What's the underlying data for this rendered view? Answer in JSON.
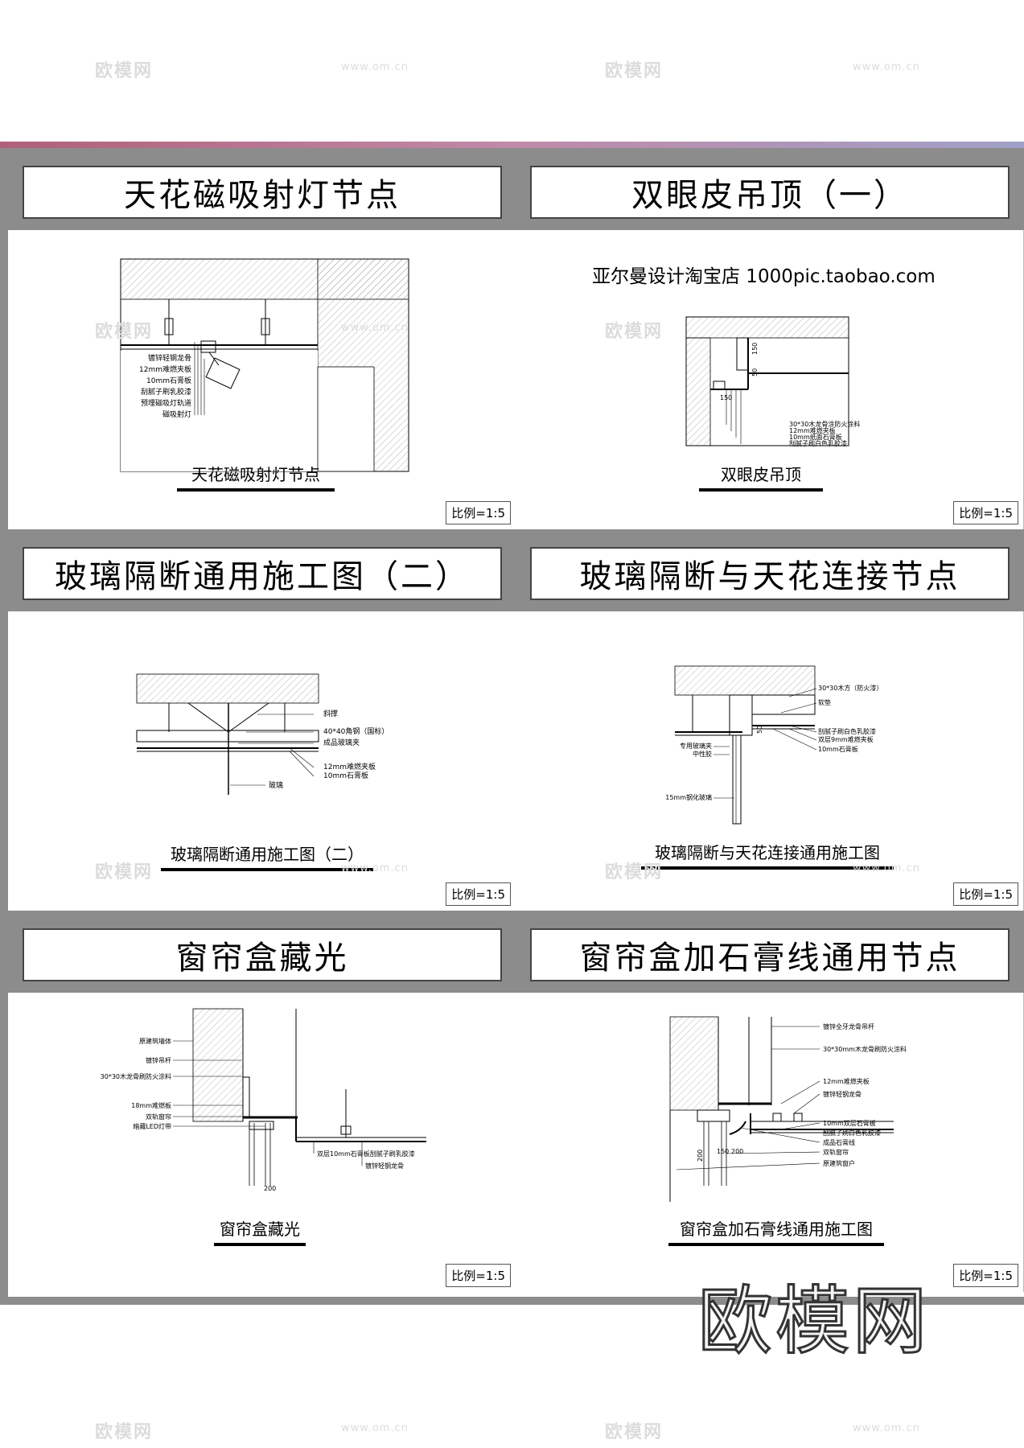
{
  "watermarks": {
    "logo": "欧模网",
    "url": "www.om.cn",
    "big_logo": "欧模网"
  },
  "panels": [
    {
      "title": "天花磁吸射灯节点",
      "caption": "天花磁吸射灯节点",
      "scale": "比例=1:5",
      "labels": [
        "镀锌轻钢龙骨",
        "12mm难燃夹板",
        "10mm石膏板",
        "刮腻子刷乳胶漆",
        "预埋磁吸灯轨道",
        "磁吸射灯"
      ]
    },
    {
      "title": "双眼皮吊顶（一）",
      "subtitle": "亚尔曼设计淘宝店   1000pic.taobao.com",
      "caption": "双眼皮吊顶",
      "scale": "比例=1:5",
      "labels": [
        "30*30木龙骨涂防火涂料",
        "12mm难燃夹板",
        "10mm纸面石膏板",
        "刮腻子刷白色乳胶漆"
      ],
      "dims": [
        "150",
        "50",
        "150"
      ]
    },
    {
      "title": "玻璃隔断通用施工图（二）",
      "caption": "玻璃隔断通用施工图（二）",
      "scale": "比例=1:5",
      "labels": [
        "斜撑",
        "40*40角钢（国标）",
        "成品玻璃夹",
        "12mm难燃夹板",
        "10mm石膏板",
        "玻璃"
      ]
    },
    {
      "title": "玻璃隔断与天花连接节点",
      "caption": "玻璃隔断与天花连接通用施工图",
      "scale": "比例=1:5",
      "labels": [
        "30*30木方（防火漆）",
        "软垫",
        "刮腻子刷白色乳胶漆",
        "双层9mm难燃夹板",
        "10mm石膏板",
        "专用玻璃夹",
        "中性胶",
        "15mm钢化玻璃"
      ],
      "dims": [
        "50"
      ]
    },
    {
      "title": "窗帘盒藏光",
      "caption": "窗帘盒藏光",
      "scale": "比例=1:5",
      "labels": [
        "原建筑墙体",
        "镀锌吊杆",
        "30*30木龙骨刷防火涂料",
        "18mm难燃板",
        "双轨窗帘",
        "暗藏LED灯带",
        "双层10mm石膏板刮腻子刷乳胶漆",
        "镀锌轻钢龙骨"
      ],
      "dims": [
        "200"
      ]
    },
    {
      "title": "窗帘盒加石膏线通用节点",
      "caption": "窗帘盒加石膏线通用施工图",
      "scale": "比例=1:5",
      "labels": [
        "镀锌全牙龙骨吊杆",
        "30*30mm木龙骨刷防火涂料",
        "12mm难燃夹板",
        "镀锌轻钢龙骨",
        "10mm双层石膏板",
        "刮腻子刷白色乳胶漆",
        "成品石膏线",
        "双轨窗帘",
        "原建筑窗户"
      ],
      "dims": [
        "150",
        "200",
        "200"
      ]
    }
  ]
}
